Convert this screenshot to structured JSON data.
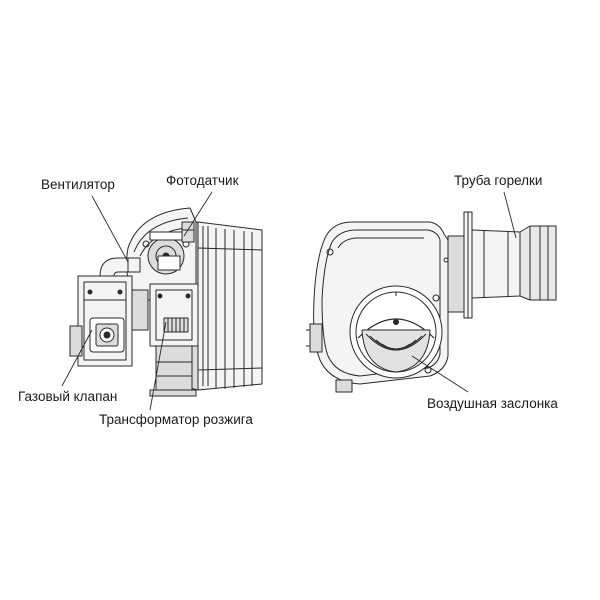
{
  "labels": {
    "ventilator": "Вентилятор",
    "photosensor": "Фотодатчик",
    "burner_tube": "Труба горелки",
    "gas_valve": "Газовый клапан",
    "ignition_transformer": "Трансформатор розжига",
    "air_damper": "Воздушная заслонка"
  },
  "colors": {
    "line": "#2a2a2a",
    "fill_light": "#f4f4f4",
    "fill_mid": "#dcdcdc",
    "fill_dark": "#9a9a9a"
  }
}
